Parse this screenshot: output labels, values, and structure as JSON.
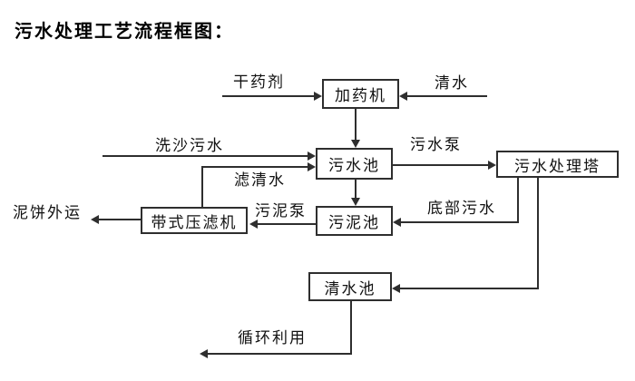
{
  "title": "污水处理工艺流程框图：",
  "diagram": {
    "type": "flowchart",
    "colors": {
      "background": "#ffffff",
      "line": "#2e2e2e",
      "text": "#111111",
      "node_border": "#2e2e2e",
      "node_fill": "#ffffff"
    },
    "nodes": [
      {
        "id": "dosing-machine",
        "label": "加药机"
      },
      {
        "id": "sewage-pool",
        "label": "污水池"
      },
      {
        "id": "treatment-tower",
        "label": "污水处理塔"
      },
      {
        "id": "sludge-pool",
        "label": "污泥池"
      },
      {
        "id": "belt-filter-press",
        "label": "带式压滤机"
      },
      {
        "id": "clean-water-pool",
        "label": "清水池"
      }
    ],
    "edges": [
      {
        "from": "",
        "to": "加药机",
        "label": "干药剂"
      },
      {
        "from": "",
        "to": "加药机",
        "label": "清水"
      },
      {
        "from": "加药机",
        "to": "污水池",
        "label": ""
      },
      {
        "from": "",
        "to": "污水池",
        "label": "洗沙污水"
      },
      {
        "from": "带式压滤机",
        "to": "污水池",
        "label": "滤清水"
      },
      {
        "from": "污水池",
        "to": "污水处理塔",
        "label": "污水泵"
      },
      {
        "from": "污水池",
        "to": "污泥池",
        "label": ""
      },
      {
        "from": "污水处理塔",
        "to": "污泥池",
        "label": "底部污水"
      },
      {
        "from": "污泥池",
        "to": "带式压滤机",
        "label": "污泥泵"
      },
      {
        "from": "带式压滤机",
        "to": "",
        "label": "泥饼外运"
      },
      {
        "from": "污水处理塔",
        "to": "清水池",
        "label": ""
      },
      {
        "from": "清水池",
        "to": "",
        "label": "循环利用"
      }
    ]
  }
}
